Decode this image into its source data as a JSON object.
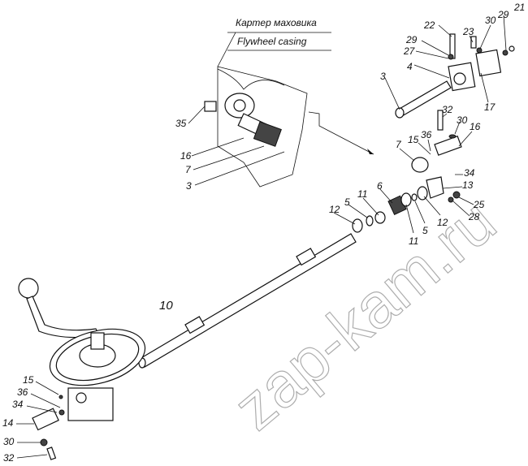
{
  "caption": {
    "ru": "Картер маховика",
    "en": "Flywheel casing"
  },
  "watermark": "zap-kam.ru",
  "labels": {
    "l22": "22",
    "l29a": "29",
    "l27": "27",
    "l4": "4",
    "l23": "23",
    "l30a": "30",
    "l29b": "29",
    "l21": "21",
    "l3a": "3",
    "l17": "17",
    "l32a": "32",
    "l30b": "30",
    "l16a": "16",
    "l15a": "15",
    "l36a": "36",
    "l7a": "7",
    "l34a": "34",
    "l13": "13",
    "l25": "25",
    "l28": "28",
    "l6": "6",
    "l11a": "11",
    "l5a": "5",
    "l12a": "12",
    "l11b": "11",
    "l5b": "5",
    "l12b": "12",
    "l35": "35",
    "l16b": "16",
    "l7b": "7",
    "l3b": "3",
    "l10": "10",
    "l15b": "15",
    "l36b": "36",
    "l34b": "34",
    "l14": "14",
    "l30c": "30",
    "l32b": "32"
  }
}
